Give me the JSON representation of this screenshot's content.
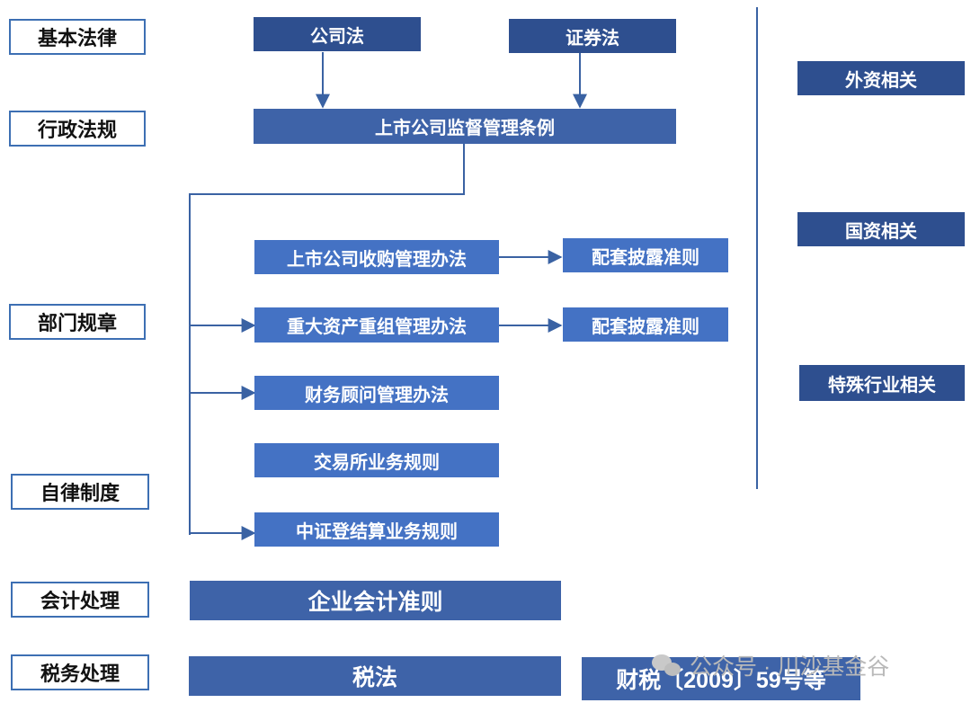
{
  "categories": {
    "basic_law": "基本法律",
    "admin_regulation": "行政法规",
    "dept_rules": "部门规章",
    "self_regulation": "自律制度",
    "accounting": "会计处理",
    "tax": "税务处理"
  },
  "nodes": {
    "company_law": "公司法",
    "securities_law": "证券法",
    "supervision_regulation": "上市公司监督管理条例",
    "acquisition_measures": "上市公司收购管理办法",
    "disclosure_rules_1": "配套披露准则",
    "restructuring_measures": "重大资产重组管理办法",
    "disclosure_rules_2": "配套披露准则",
    "advisor_measures": "财务顾问管理办法",
    "exchange_rules": "交易所业务规则",
    "csdc_rules": "中证登结算业务规则",
    "accounting_standards": "企业会计准则",
    "tax_law": "税法",
    "tax_notice": "财税〔2009〕59号等"
  },
  "related": {
    "foreign": "外资相关",
    "state_owned": "国资相关",
    "special_industry": "特殊行业相关"
  },
  "watermark": "公众号 · 川沙基金谷",
  "colors": {
    "dark_box": "#2e4f8f",
    "mid_box": "#3e63a8",
    "blue_box": "#4472c4",
    "label_border": "#3d6fb3",
    "connector": "#3a62a3"
  }
}
